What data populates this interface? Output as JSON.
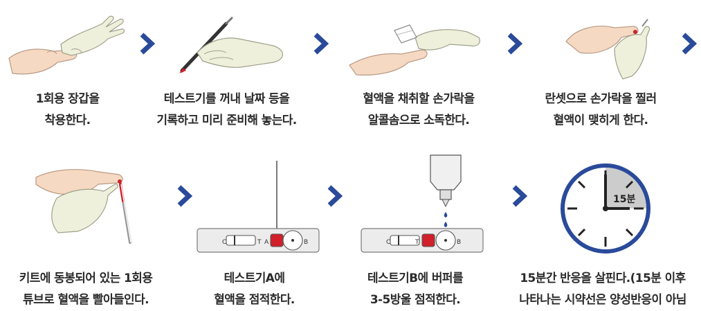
{
  "steps": [
    {
      "line1": "1회용 장갑을",
      "line2": "착용한다."
    },
    {
      "line1": "테스트기를 꺼내 날짜 등을",
      "line2": "기록하고 미리 준비해 놓는다."
    },
    {
      "line1": "혈액을 채취할 손가락을",
      "line2": "알콜솜으로 소독한다."
    },
    {
      "line1": "란셋으로 손가락을 찔러",
      "line2": "혈액이 맺히게 한다."
    },
    {
      "line1": "키트에 동봉되어 있는 1회용",
      "line2": "튜브로 혈액을 빨아들인다."
    },
    {
      "line1": "테스트기A에",
      "line2": "혈액을 점적한다."
    },
    {
      "line1": "테스트기B에 버퍼를",
      "line2": "3-5방울 점적한다."
    },
    {
      "line1": "15분간 반응을 살핀다.(15분 이후",
      "line2": "나타나는 시약선은 양성반응이 아님"
    }
  ],
  "device": {
    "label_c": "C",
    "label_t": "T",
    "label_a": "A",
    "label_b": "B"
  },
  "timer": {
    "label": "15분"
  },
  "colors": {
    "arrow": "#2a4a9a",
    "clock_ring": "#2a4a9a",
    "clock_shade": "#cccccc",
    "blood": "#d0202a",
    "glove": "#eef0dc",
    "skin": "#f6d9c2"
  },
  "icons": [
    "glove-hand-icon",
    "pen-hand-icon",
    "alcohol-swab-icon",
    "lancet-hand-icon",
    "capillary-tube-icon",
    "test-device-icon",
    "buffer-bottle-icon",
    "clock-icon",
    "chevron-right-icon"
  ]
}
